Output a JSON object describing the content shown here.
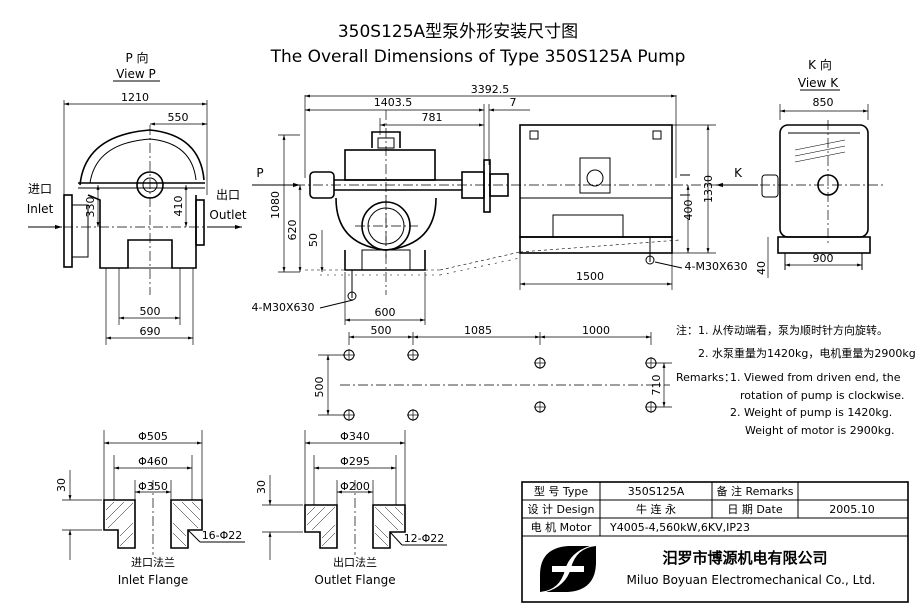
{
  "title": {
    "cn": "350S125A型泵外形安装尺寸图",
    "en": "The Overall Dimensions of Type 350S125A Pump"
  },
  "views": {
    "p_cn": "P 向",
    "p_en": "View P",
    "k_cn": "K 向",
    "k_en": "View K",
    "p_arrow": "P",
    "k_arrow": "K"
  },
  "labels": {
    "inlet_cn": "进口",
    "inlet_en": "Inlet",
    "outlet_cn": "出口",
    "outlet_en": "Outlet",
    "bolt_left": "4-M30X630",
    "bolt_right": "4-M30X630"
  },
  "dimensions": {
    "d1210": "1210",
    "d550": "550",
    "d330": "330",
    "d410": "410",
    "d500a": "500",
    "d690": "690",
    "d3392": "3392.5",
    "d1403": "1403.5",
    "d7": "7",
    "d781": "781",
    "d1080": "1080",
    "d620": "620",
    "d50": "50",
    "d600": "600",
    "d400": "400",
    "d1330": "1330",
    "d1500": "1500",
    "d850": "850",
    "d900": "900",
    "d40": "40",
    "f500": "500",
    "f1085": "1085",
    "f1000": "1000",
    "f500v": "500",
    "f710": "710"
  },
  "remarks": {
    "cn_title": "注：",
    "cn1": "1. 从传动端看，泵为顺时针方向旋转。",
    "cn2": "2. 水泵重量为1420kg，电机重量为2900kg。",
    "en_title": "Remarks：",
    "en1a": "1. Viewed from driven end, the",
    "en1b": "rotation of pump is  clockwise.",
    "en2a": "2. Weight of pump is 1420kg.",
    "en2b": "Weight of motor is 2900kg."
  },
  "inlet_flange": {
    "d1": "Φ505",
    "d2": "Φ460",
    "d3": "Φ350",
    "thick": "30",
    "bolts": "16-Φ22",
    "cn": "进口法兰",
    "en": "Inlet Flange"
  },
  "outlet_flange": {
    "d1": "Φ340",
    "d2": "Φ295",
    "d3": "Φ200",
    "thick": "30",
    "bolts": "12-Φ22",
    "cn": "出口法兰",
    "en": "Outlet Flange"
  },
  "title_block": {
    "type_label": "型 号 Type",
    "type_value": "350S125A",
    "remarks_label": "备 注 Remarks",
    "design_label": "设 计 Design",
    "design_value": "牛 连 永",
    "date_label": "日 期 Date",
    "date_value": "2005.10",
    "motor_label": "电 机 Motor",
    "motor_value": "Y4005-4,560kW,6KV,IP23",
    "company_cn": "汨罗市博源机电有限公司",
    "company_en": "Miluo Boyuan Electromechanical Co., Ltd."
  }
}
